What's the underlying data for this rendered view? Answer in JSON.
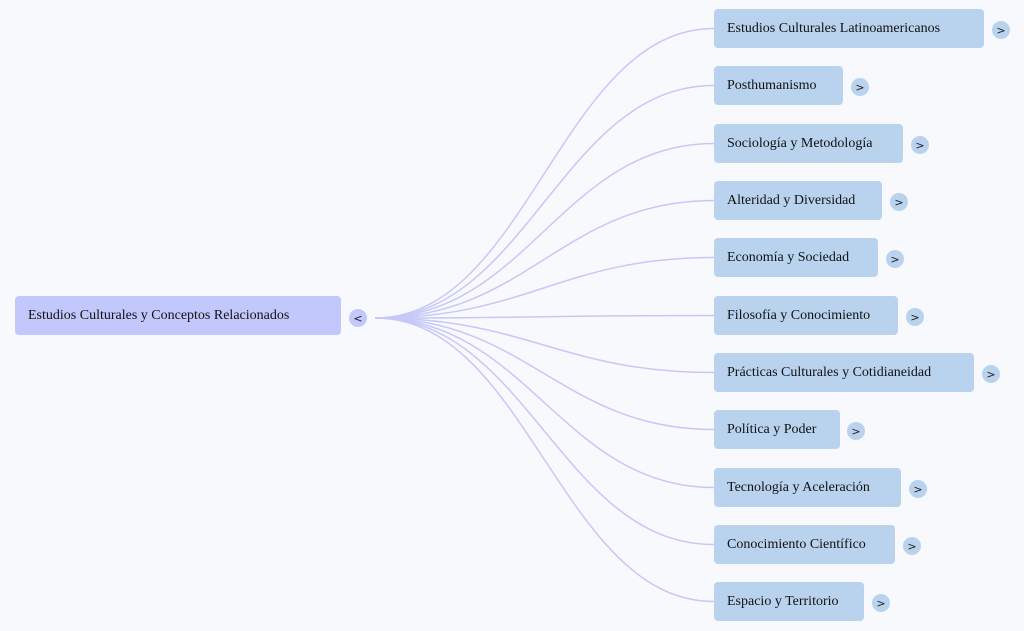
{
  "colors": {
    "background": "#f7f9fd",
    "root_fill": "#c3c8fc",
    "child_fill": "#b9d3ef",
    "link_stroke": "#c5c9f6"
  },
  "root": {
    "label": "Estudios Culturales y Conceptos Relacionados",
    "toggle": "<"
  },
  "children": [
    {
      "label": "Estudios Culturales Latinoamericanos",
      "toggle": ">"
    },
    {
      "label": "Posthumanismo",
      "toggle": ">"
    },
    {
      "label": "Sociología y Metodología",
      "toggle": ">"
    },
    {
      "label": "Alteridad y Diversidad",
      "toggle": ">"
    },
    {
      "label": "Economía y Sociedad",
      "toggle": ">"
    },
    {
      "label": "Filosofía y Conocimiento",
      "toggle": ">"
    },
    {
      "label": "Prácticas Culturales y Cotidianeidad",
      "toggle": ">"
    },
    {
      "label": "Política y Poder",
      "toggle": ">"
    },
    {
      "label": "Tecnología y Aceleración",
      "toggle": ">"
    },
    {
      "label": "Conocimiento Científico",
      "toggle": ">"
    },
    {
      "label": "Espacio y Territorio",
      "toggle": ">"
    }
  ]
}
